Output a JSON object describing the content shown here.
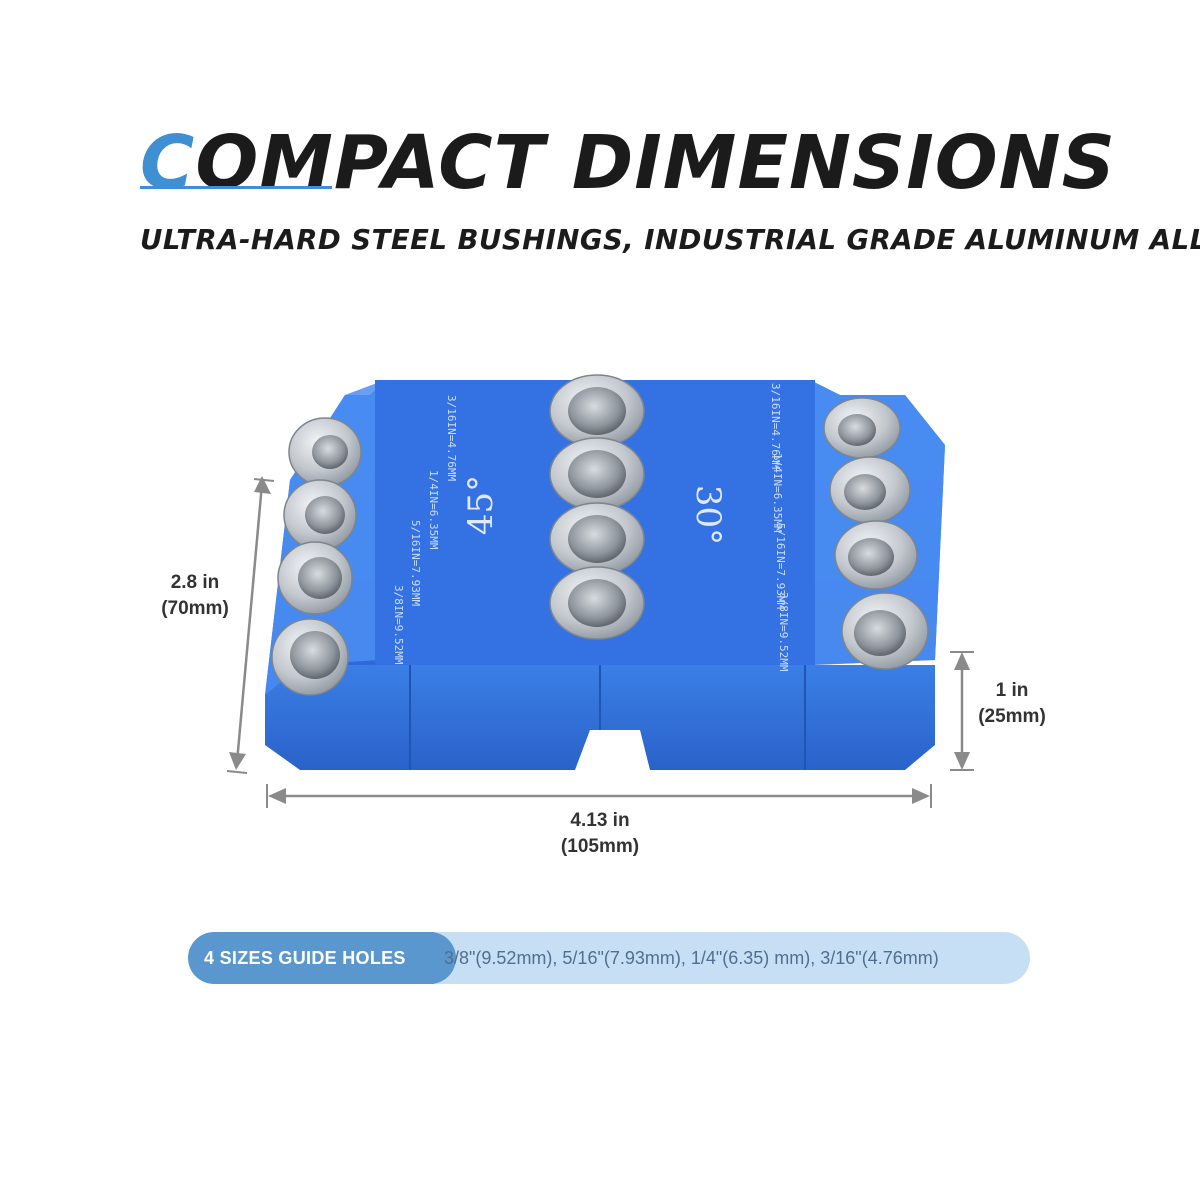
{
  "title": {
    "first_letter": "C",
    "rest": "OMPACT DIMENSIONS"
  },
  "subtitle": "ULTRA-HARD STEEL BUSHINGS, INDUSTRIAL GRADE ALUMINUM ALLOY",
  "dimensions": {
    "height": {
      "imperial": "2.8 in",
      "metric": "(70mm)"
    },
    "width": {
      "imperial": "4.13 in",
      "metric": "(105mm)"
    },
    "depth": {
      "imperial": "1 in",
      "metric": "(25mm)"
    }
  },
  "jig": {
    "angle_left": "45°",
    "angle_right": "30°",
    "engraving_left": [
      "3/16IN=4.76MM",
      "1/4IN=6.35MM",
      "5/16IN=7.93MM",
      "3/8IN=9.52MM"
    ],
    "engraving_right": [
      "3/16IN=4.76MM",
      "1/4IN=6.35MM",
      "5/16IN=7.93MM",
      "3/8IN=9.52MM"
    ]
  },
  "guide_holes": {
    "label": "4 SIZES GUIDE HOLES",
    "values": "3/8\"(9.52mm), 5/16\"(7.93mm), 1/4\"(6.35) mm), 3/16\"(4.76mm)"
  },
  "colors": {
    "accent": "#3f8fd3",
    "aluminum_blue": "#2f6fe0",
    "steel": "#c9ced4",
    "pill_dark": "#5a97cf",
    "pill_light": "#c7dff4"
  }
}
